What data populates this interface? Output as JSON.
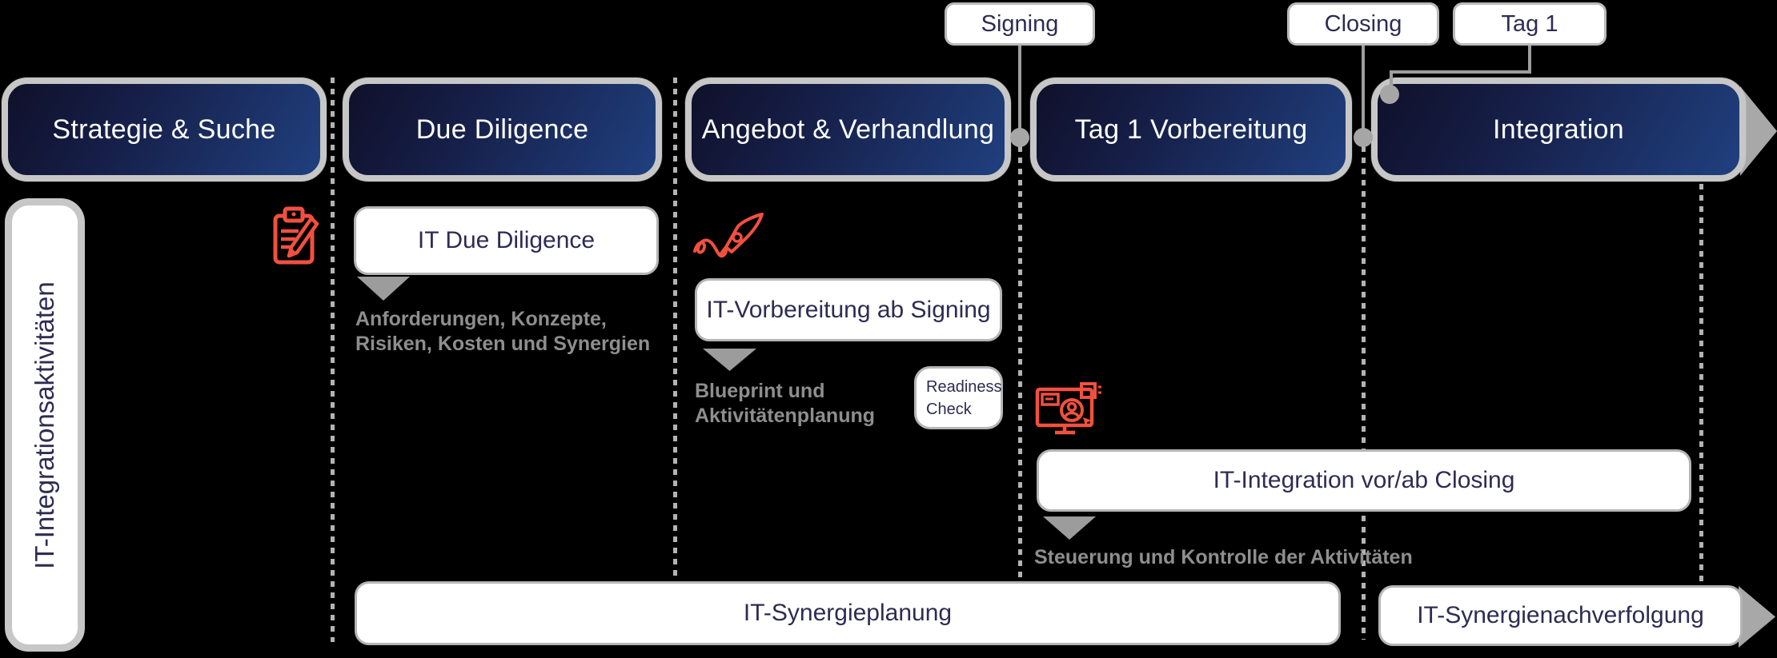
{
  "milestones": {
    "signing": {
      "label": "Signing"
    },
    "closing": {
      "label": "Closing"
    },
    "tag1": {
      "label": "Tag 1"
    }
  },
  "phases": [
    {
      "label": "Strategie & Suche"
    },
    {
      "label": "Due Diligence"
    },
    {
      "label": "Angebot & Verhandlung"
    },
    {
      "label": "Tag 1 Vorbereitung"
    },
    {
      "label": "Integration"
    }
  ],
  "side_label": {
    "label": "IT-Integrationsaktivitäten"
  },
  "activities": {
    "it_due_diligence": {
      "label": "IT Due Diligence"
    },
    "it_vorbereitung_ab_signing": {
      "label": "IT-Vorbereitung ab Signing"
    },
    "readiness_check": {
      "line1": "Readiness",
      "line2": "Check"
    },
    "it_integration_vor_ab_closing": {
      "label": "IT-Integration vor/ab Closing"
    },
    "it_synergieplanung": {
      "label": "IT-Synergieplanung"
    },
    "it_synergienachverfolgung": {
      "label": "IT-Synergienachverfolgung"
    }
  },
  "notes": {
    "due_diligence": {
      "line1": "Anforderungen, Konzepte,",
      "line2": "Risiken, Kosten und Synergien"
    },
    "blueprint": {
      "line1": "Blueprint und",
      "line2": "Aktivitätenplanung"
    },
    "steuerung": {
      "line1": "Steuerung und Kontrolle der Aktivitäten"
    }
  },
  "icons": {
    "clipboard": "clipboard-pencil-icon",
    "pen": "signature-pen-icon",
    "monitor": "monitor-user-icon"
  },
  "colors": {
    "background": "#000000",
    "icon_accent": "#f2503f",
    "phase_gradient_start": "#10102a",
    "phase_gradient_end": "#20407f",
    "phase_border": "#c7c7c7",
    "navy_text": "#2e2c52",
    "note_text": "#8e8e8e",
    "connector_gray": "#9e9e9e",
    "dotted_gray": "#b3b3b3",
    "arrow_gray": "#a8a8a8"
  }
}
